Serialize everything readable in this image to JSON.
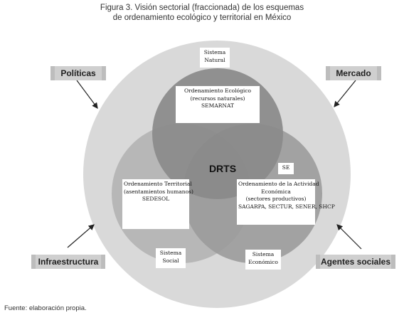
{
  "title": {
    "line1": "Figura 3. Visión sectorial (fraccionada) de los esquemas",
    "line2": "de ordenamiento ecológico y territorial en México"
  },
  "center": "DRTS",
  "outer_labels": {
    "politicas": "Políticas",
    "mercado": "Mercado",
    "infraestructura": "Infraestructura",
    "agentes": "Agentes sociales"
  },
  "systems": {
    "natural": [
      "Sistema",
      "Natural"
    ],
    "social": [
      "Sistema",
      "Social"
    ],
    "economico": [
      "Sistema",
      "Económico"
    ]
  },
  "boxes": {
    "ecologico": [
      "Ordenamiento Ecológico",
      "(recursos naturales)",
      "SEMARNAT"
    ],
    "territorial": [
      "Ordenamiento Territorial",
      "(asentamientos humanos)",
      "SEDESOL"
    ],
    "se": "SE",
    "actividad": [
      "Ordenamiento de la Actividad",
      "Económica",
      "(sectores productivos)",
      "SAGARPA, SECTUR, SENER, SHCP"
    ]
  },
  "source": "Fuente: elaboración propia.",
  "colors": {
    "outer_circle": "#d9d9d9",
    "top_circle": "#8a8a8a",
    "left_circle": "#b5b5b5",
    "right_circle": "#9b9b9b"
  }
}
